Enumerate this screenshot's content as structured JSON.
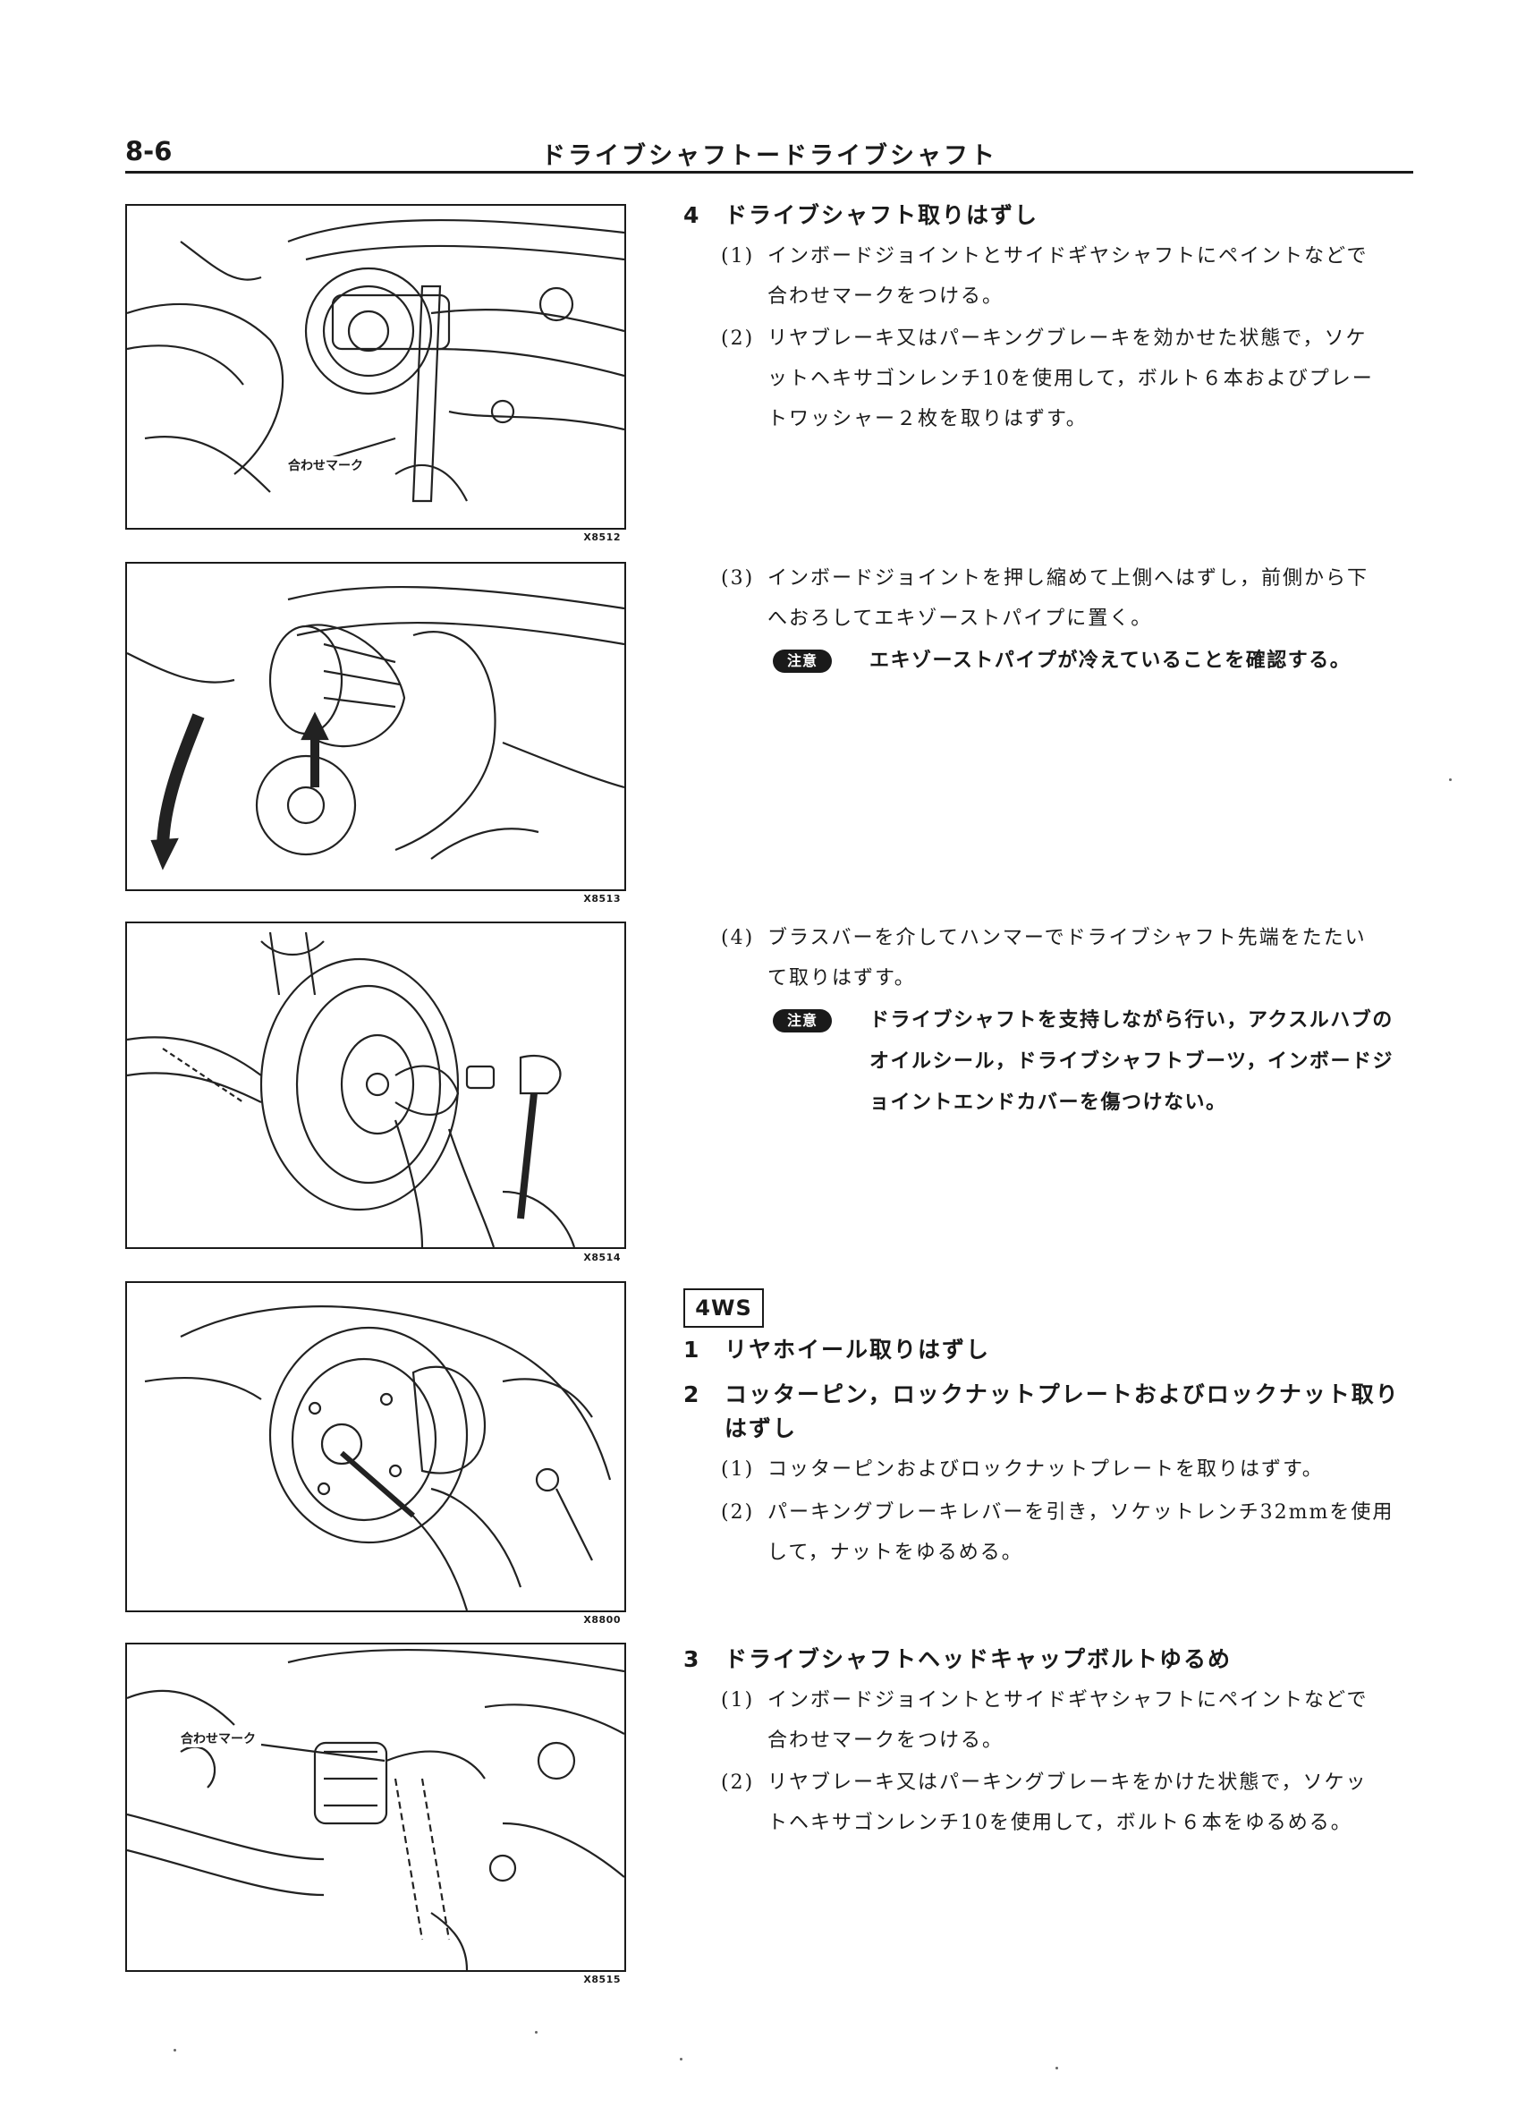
{
  "header": {
    "page_number": "8-6",
    "running_title": "ドライブシャフトードライブシャフト"
  },
  "figures": [
    {
      "code": "X8512",
      "label": "合わせマーク"
    },
    {
      "code": "X8513",
      "label": ""
    },
    {
      "code": "X8514",
      "label": ""
    },
    {
      "code": "X8800",
      "label": ""
    },
    {
      "code": "X8515",
      "label": "合わせマーク"
    }
  ],
  "section_a": {
    "step4": {
      "num": "4",
      "title": "ドライブシャフト取りはずし",
      "items": [
        {
          "num": "(1)",
          "lines": [
            "インボードジョイントとサイドギヤシャフトにペイントなどで",
            "合わせマークをつける。"
          ]
        },
        {
          "num": "(2)",
          "lines": [
            "リヤブレーキ又はパーキングブレーキを効かせた状態で，ソケ",
            "ットヘキサゴンレンチ10を使用して，ボルト６本およびプレー",
            "トワッシャー２枚を取りはずす。"
          ]
        },
        {
          "num": "(3)",
          "lines": [
            "インボードジョイントを押し縮めて上側へはずし，前側から下",
            "へおろしてエキゾーストパイプに置く。"
          ]
        },
        {
          "num": "(4)",
          "lines": [
            "ブラスバーを介してハンマーでドライブシャフト先端をたたい",
            "て取りはずす。"
          ]
        }
      ],
      "notes": [
        {
          "badge": "注意",
          "lines": [
            "エキゾーストパイプが冷えていることを確認する。"
          ]
        },
        {
          "badge": "注意",
          "lines": [
            "ドライブシャフトを支持しながら行い，アクスルハブの",
            "オイルシール，ドライブシャフトブーツ，インボードジ",
            "ョイントエンドカバーを傷つけない。"
          ]
        }
      ]
    }
  },
  "section_b": {
    "tag": "4WS",
    "step1": {
      "num": "1",
      "title": "リヤホイール取りはずし"
    },
    "step2": {
      "num": "2",
      "title_lines": [
        "コッターピン，ロックナットプレートおよびロックナット取り",
        "はずし"
      ],
      "items": [
        {
          "num": "(1)",
          "lines": [
            "コッターピンおよびロックナットプレートを取りはずす。"
          ]
        },
        {
          "num": "(2)",
          "lines": [
            "パーキングブレーキレバーを引き，ソケットレンチ32mmを使用",
            "して，ナットをゆるめる。"
          ]
        }
      ]
    },
    "step3": {
      "num": "3",
      "title": "ドライブシャフトヘッドキャップボルトゆるめ",
      "items": [
        {
          "num": "(1)",
          "lines": [
            "インボードジョイントとサイドギヤシャフトにペイントなどで",
            "合わせマークをつける。"
          ]
        },
        {
          "num": "(2)",
          "lines": [
            "リヤブレーキ又はパーキングブレーキをかけた状態で，ソケッ",
            "トヘキサゴンレンチ10を使用して，ボルト６本をゆるめる。"
          ]
        }
      ]
    }
  }
}
